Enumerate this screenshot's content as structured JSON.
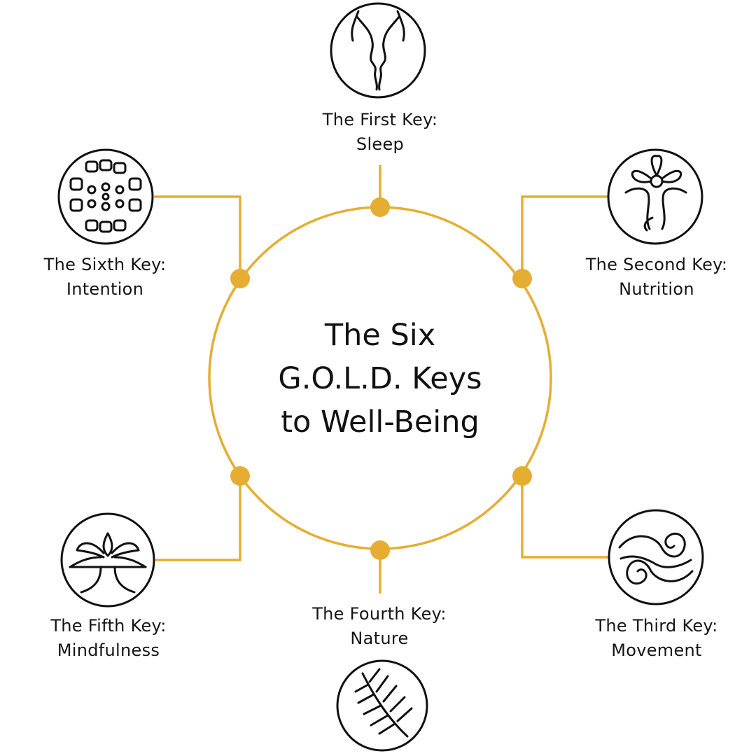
{
  "title": {
    "line1": "The Six",
    "line2": "G.O.L.D. Keys",
    "line3": "to Well-Being"
  },
  "colors": {
    "accent": "#E5AE33",
    "ink": "#111111",
    "background": "#FFFFFF"
  },
  "keys": [
    {
      "line1": "The First Key:",
      "line2": "Sleep",
      "icon": "faces-profile-icon"
    },
    {
      "line1": "The Second Key:",
      "line2": "Nutrition",
      "icon": "flower-face-icon"
    },
    {
      "line1": "The Third Key:",
      "line2": "Movement",
      "icon": "swirl-wave-icon"
    },
    {
      "line1": "The Fourth Key:",
      "line2": "Nature",
      "icon": "fern-leaf-icon"
    },
    {
      "line1": "The Fifth Key:",
      "line2": "Mindfulness",
      "icon": "lotus-tree-icon"
    },
    {
      "line1": "The Sixth Key:",
      "line2": "Intention",
      "icon": "footprint-icon"
    }
  ]
}
